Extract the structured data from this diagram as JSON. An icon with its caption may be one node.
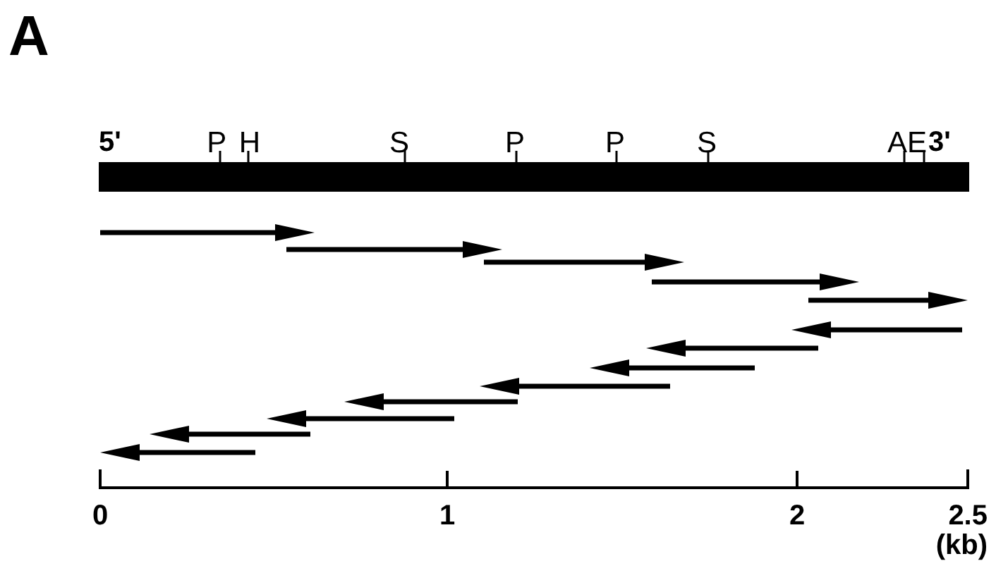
{
  "diagram": {
    "nodes": [
      {
        "text": [],
        "shape": "bar"
      }
    ],
    "labels": [
      "A",
      "5'",
      "P",
      "H",
      "S",
      "P",
      "P",
      "S",
      "A",
      "E",
      "3'",
      "0",
      "1",
      "2",
      "2.5",
      "(kb)"
    ]
  }
}
